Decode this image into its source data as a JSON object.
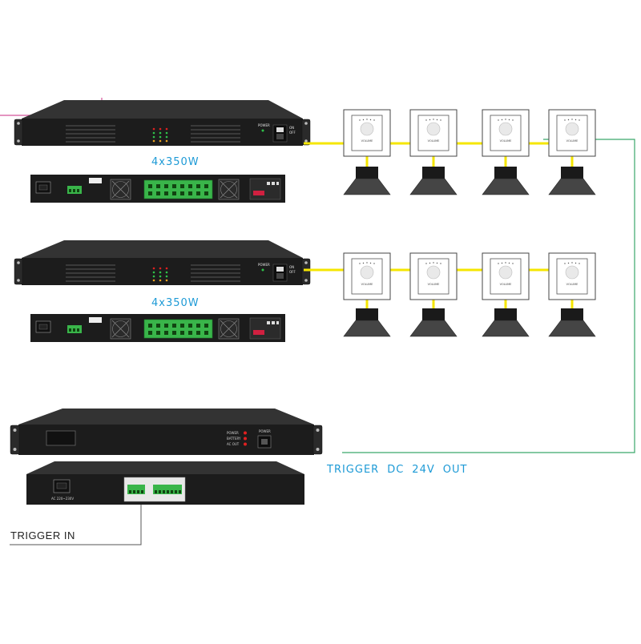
{
  "amplifiers": [
    {
      "label": "4x350W",
      "power_label": "POWER",
      "switch_on": "ON",
      "switch_off": "OFF"
    },
    {
      "label": "4x350W",
      "power_label": "POWER",
      "switch_on": "ON",
      "switch_off": "OFF"
    }
  ],
  "volume_label": "VOLUME",
  "sequencer": {
    "power_label": "POWER",
    "led_labels": [
      "POWER",
      "BATTERY",
      "AC OUT"
    ],
    "rear_input_label": "AC 220~230V"
  },
  "trigger_out": {
    "words": [
      "TRIGGER",
      "DC",
      "24V",
      "OUT"
    ]
  },
  "trigger_in": {
    "label": "TRIGGER IN"
  },
  "colors": {
    "cable": "#f5e600",
    "trigger_line": "#3aa86b",
    "pink_line": "#d4559a",
    "label_blue": "#1d9ad6",
    "chassis": "#1c1c1c",
    "terminal_green": "#39b54a",
    "led_red": "#e02020",
    "led_green": "#2fc24a"
  }
}
